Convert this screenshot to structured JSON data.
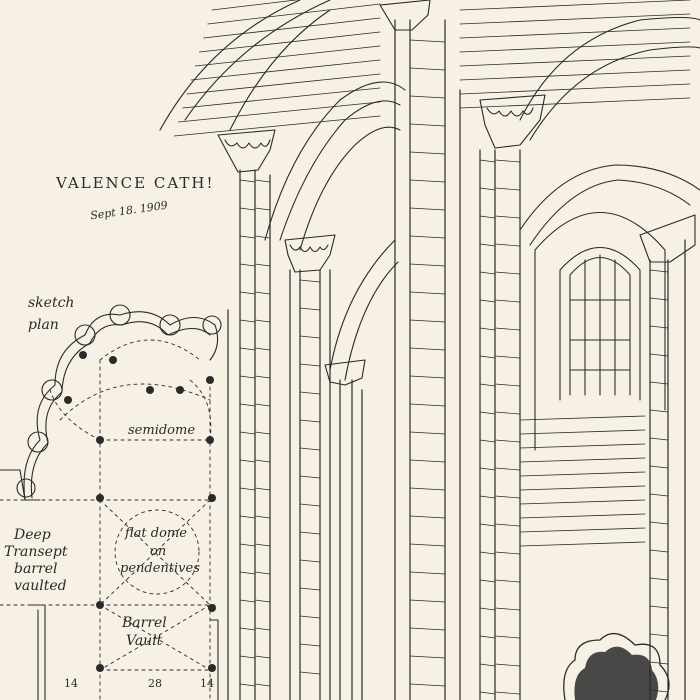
{
  "sketch": {
    "title": "VALENCE CATH!",
    "date": "Sept 18. 1909",
    "plan_label_line1": "sketch",
    "plan_label_line2": "plan",
    "semidome": "semidome",
    "transept_line1": "Deep",
    "transept_line2": "Transept",
    "transept_line3": "barrel",
    "transept_line4": "vaulted",
    "dome_line1": "flat dome",
    "dome_line2": "on",
    "dome_line3": "pendentives",
    "vault_line1": "Barrel",
    "vault_line2": "Vault",
    "dim_left": "14",
    "dim_mid": "28",
    "dim_right": "14"
  }
}
